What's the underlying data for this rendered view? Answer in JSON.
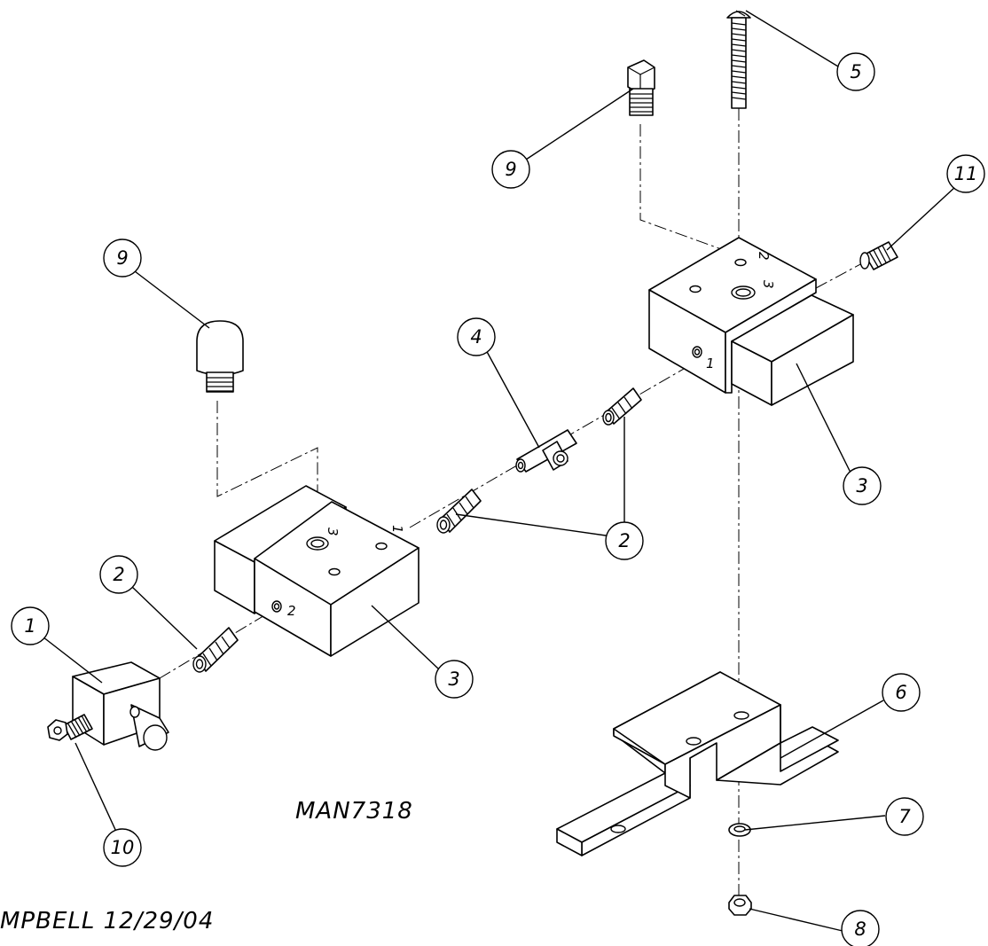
{
  "drawing_number": "MAN7318",
  "author_date": "MPBELL 12/29/04",
  "balloons": [
    "1",
    "2",
    "2",
    "3",
    "3",
    "4",
    "5",
    "6",
    "7",
    "8",
    "9",
    "9",
    "10",
    "11"
  ],
  "port_labels": {
    "left_block_side": "2",
    "left_block_top_large": "3",
    "left_block_top_small": "1",
    "right_block_top_small": "2",
    "right_block_top_large": "3",
    "right_block_side": "1"
  },
  "colors": {
    "line": "#000000",
    "background": "#ffffff"
  }
}
